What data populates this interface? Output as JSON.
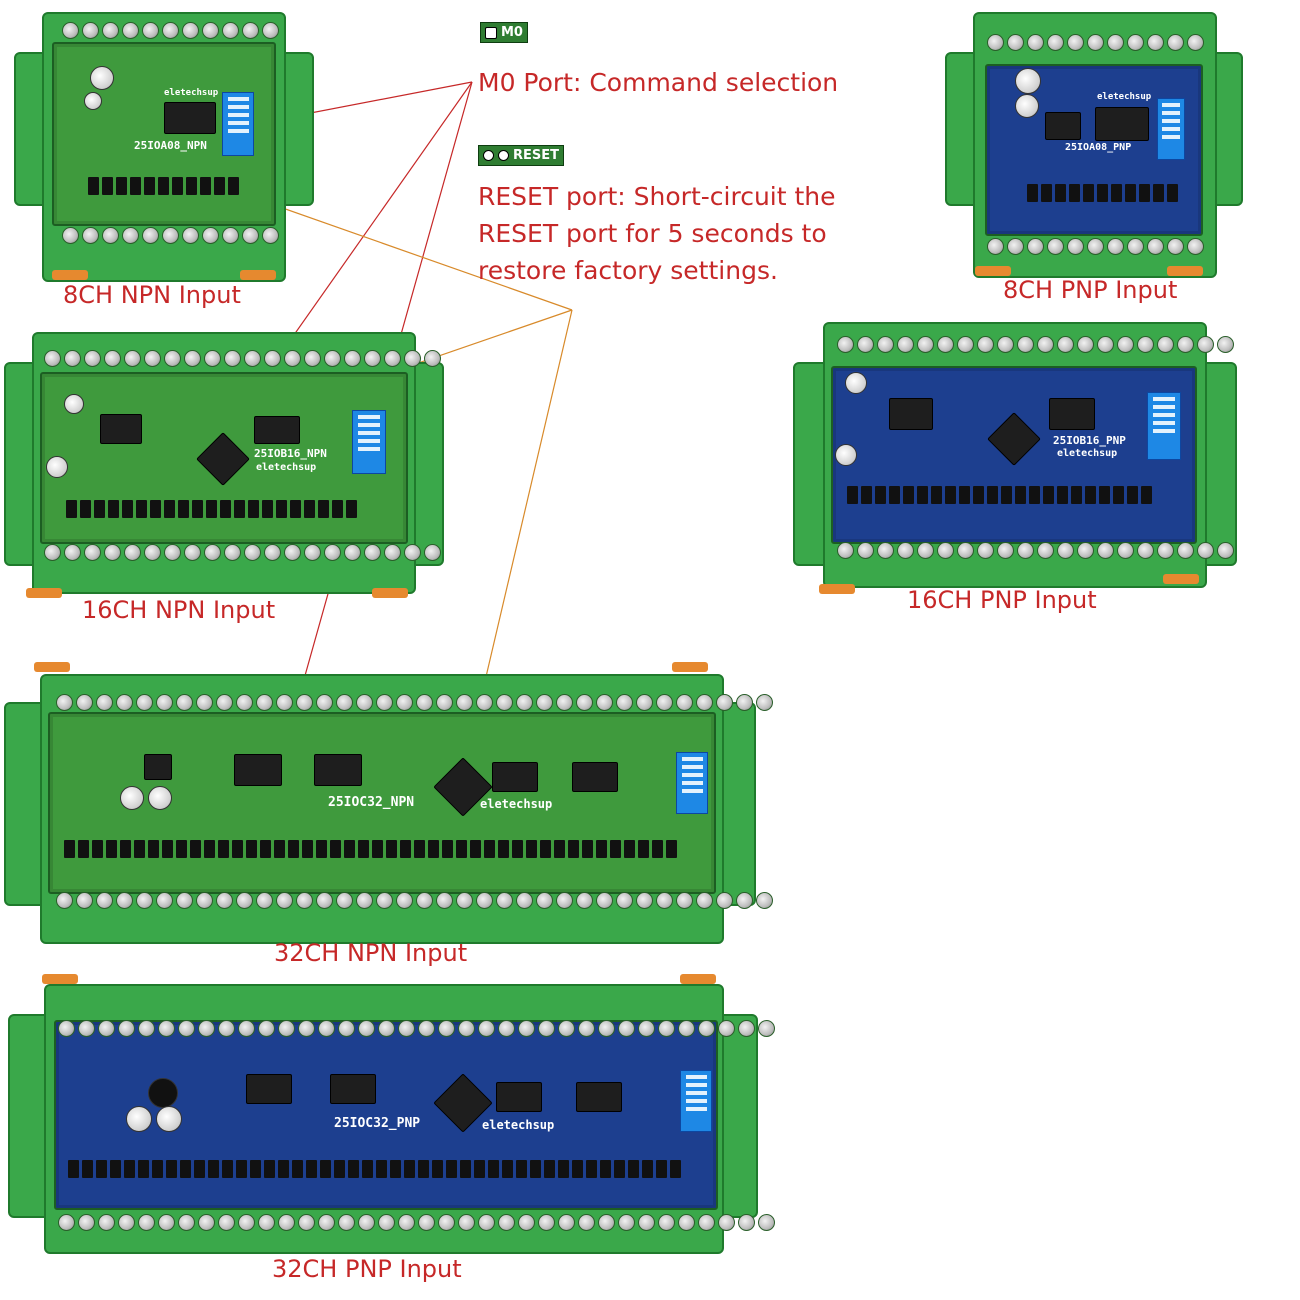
{
  "m0_badge": "M0",
  "m0_description": "M0 Port:  Command  selection",
  "reset_badge": "RESET",
  "reset_description": "RESET port: Short-circuit the RESET port for 5 seconds to restore factory settings.",
  "modules": {
    "npn8": {
      "caption": "8CH NPN Input",
      "board_label": "25IOA08_NPN",
      "brand": "eletechsup",
      "pcb_color": "#3f9a3d"
    },
    "pnp8": {
      "caption": "8CH PNP Input",
      "board_label": "25IOA08_PNP",
      "brand": "eletechsup",
      "pcb_color": "#1d3f8f"
    },
    "npn16": {
      "caption": "16CH NPN Input",
      "board_label": "25IOB16_NPN",
      "brand": "eletechsup",
      "pcb_color": "#3f9a3d"
    },
    "pnp16": {
      "caption": "16CH PNP Input",
      "board_label": "25IOB16_PNP",
      "brand": "eletechsup",
      "pcb_color": "#1d3f8f"
    },
    "npn32": {
      "caption": "32CH NPN Input",
      "board_label": "25IOC32_NPN",
      "brand": "eletechsup",
      "pcb_color": "#3f9a3d"
    },
    "pnp32": {
      "caption": "32CH PNP Input",
      "board_label": "25IOC32_PNP",
      "brand": "eletechsup",
      "pcb_color": "#1d3f8f"
    }
  },
  "colors": {
    "caption_text": "#c62828",
    "rail": "#3aa84a",
    "din_foot": "#e6892f",
    "pointer_m0": "#c62828",
    "pointer_reset": "#d88a2a"
  }
}
